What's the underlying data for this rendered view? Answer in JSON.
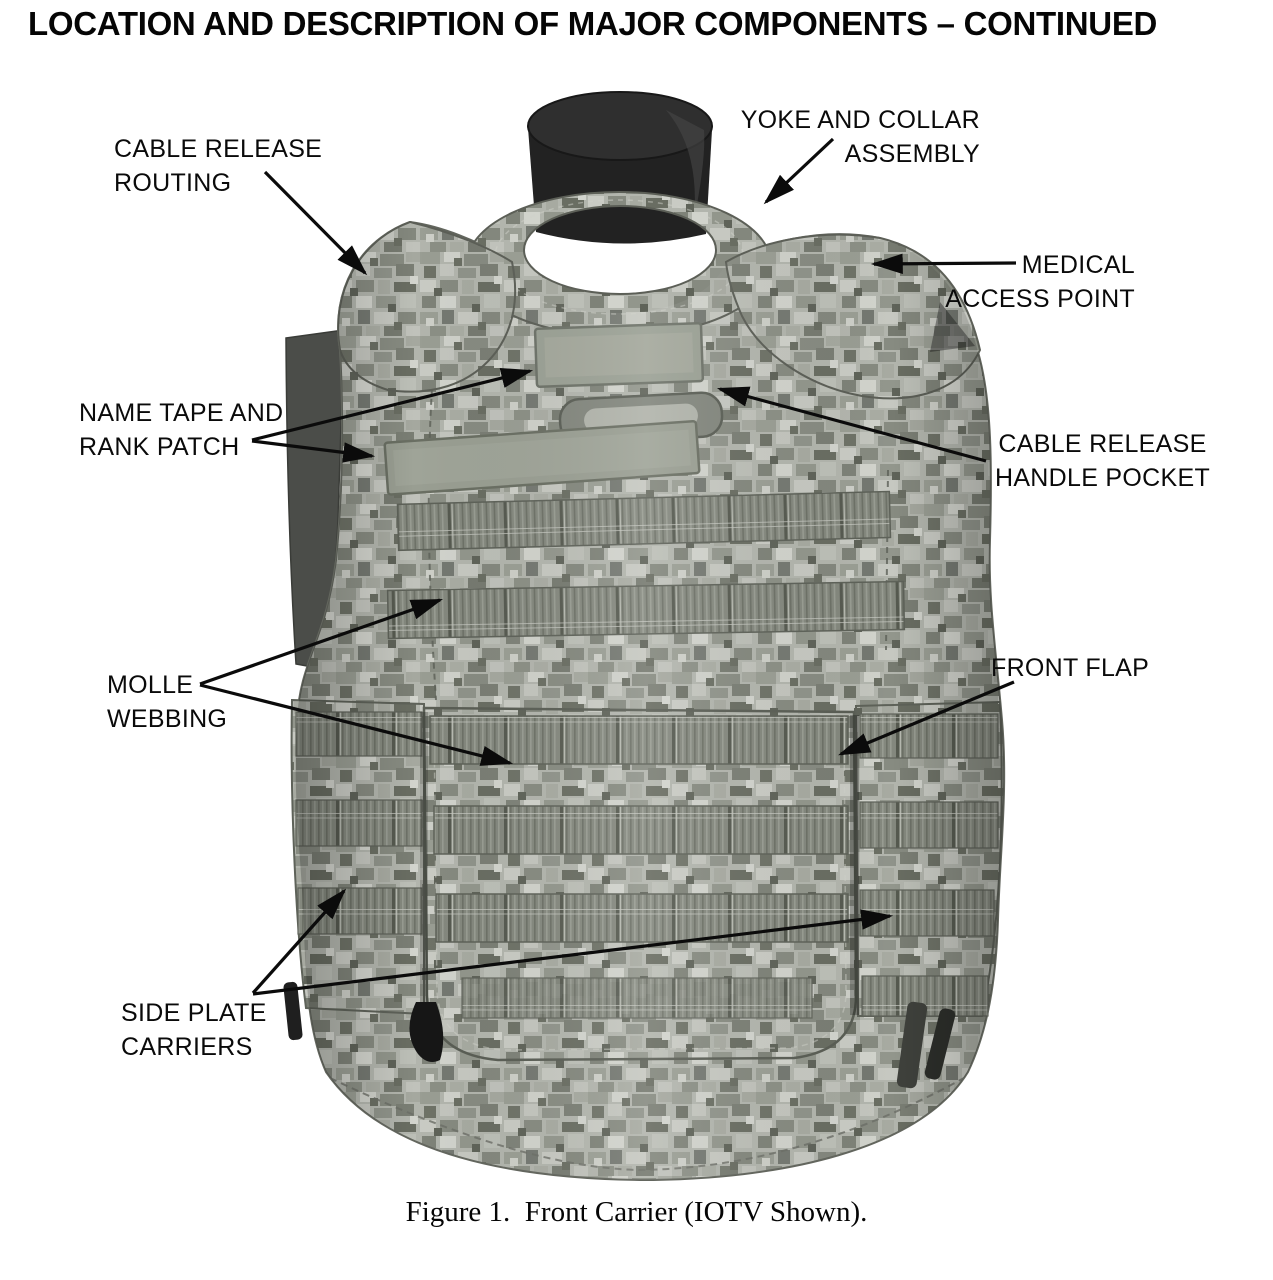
{
  "page_title": "LOCATION AND DESCRIPTION OF MAJOR COMPONENTS – CONTINUED",
  "figure_caption": "Figure 1.  Front Carrier (IOTV Shown).",
  "labels": {
    "cable_release_routing": "CABLE RELEASE\nROUTING",
    "yoke_and_collar_assembly": "YOKE AND COLLAR\nASSEMBLY",
    "medical_access_point": "MEDICAL\nACCESS POINT",
    "name_tape_and_rank_patch": "NAME TAPE AND\nRANK PATCH",
    "cable_release_handle_pocket": "CABLE RELEASE\nHANDLE POCKET",
    "molle_webbing": "MOLLE\nWEBBING",
    "front_flap": "FRONT FLAP",
    "side_plate_carriers": "SIDE PLATE\nCARRIERS"
  },
  "colors": {
    "background": "#ffffff",
    "text": "#0a0a0a",
    "arrow": "#0b0b0b",
    "camo_light": "#cfd1ca",
    "camo_mid": "#8f938a",
    "camo_dark": "#696d62",
    "mannequin_neck": "#222222"
  }
}
